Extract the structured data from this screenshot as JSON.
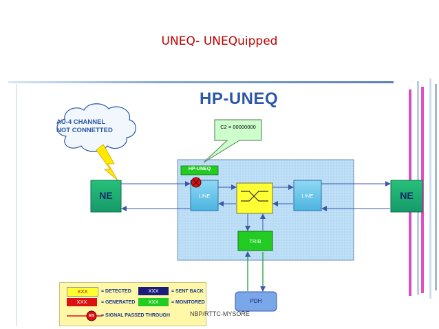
{
  "slide": {
    "title": "UNEQ- UNEQuipped",
    "footer": "NBP/RTTC-MYSORE"
  },
  "diagram": {
    "title": "HP-UNEQ",
    "cloud_text_line1": "AU-4 CHANNEL",
    "cloud_text_line2": "NOT CONNETTED",
    "callout_text": "C2 = 00000000",
    "alarm_tag": "HP-UNEQ",
    "ne_left": "NE",
    "ne_right": "NE",
    "line_left": "LINE",
    "line_right": "LINE",
    "trib": "TRIB",
    "pdh": "PDH"
  },
  "legend": {
    "detected_chip": "XXX",
    "detected_text": "= DETECTED",
    "sentback_chip": "XXX",
    "sentback_text": "= SENT BACK",
    "generated_chip": "XXX",
    "generated_text": "= GENERATED",
    "monitored_chip": "XXX",
    "monitored_text": "= MONITORED",
    "passed_marker": "AIS",
    "passed_text": "= SIGNAL PASSED THROUGH"
  },
  "colors": {
    "title_red": "#c00000",
    "diagram_blue": "#2a57a6",
    "ne_green": "#1fb37a",
    "line_cyan": "#6ec8ea",
    "switch_yellow": "#ffff33",
    "trib_green": "#22cc22",
    "pdh_blue": "#7aa6ea",
    "alarm_red": "#dd1111",
    "callout_green": "#ccffcc",
    "lightning_yellow": "#ffea00",
    "magenta": "#e040c8"
  }
}
